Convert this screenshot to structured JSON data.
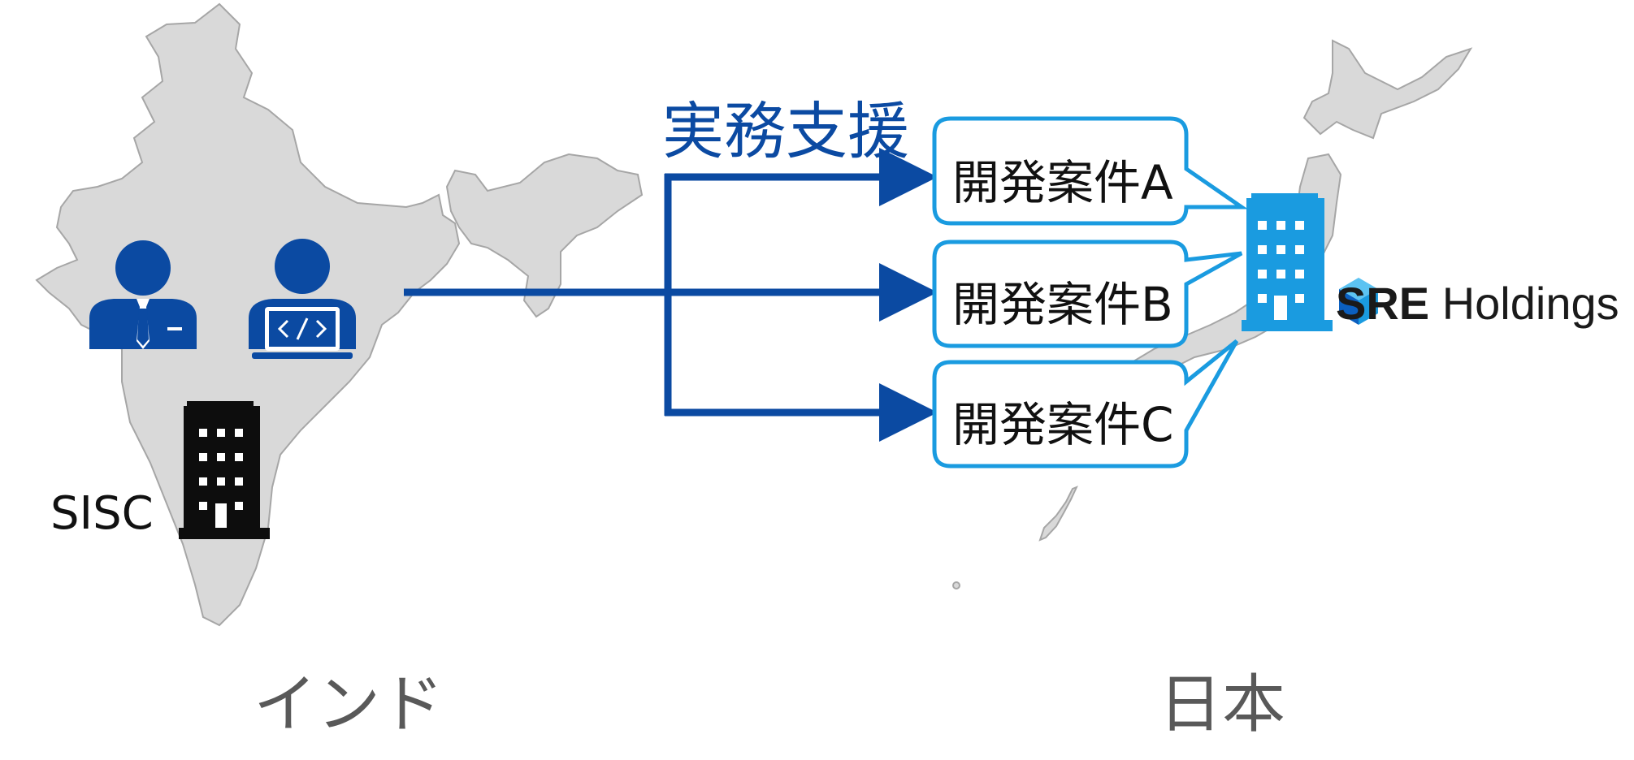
{
  "labels": {
    "india": "インド",
    "japan": "日本",
    "support": "実務支援",
    "sisc": "SISC"
  },
  "projects": [
    {
      "label": "開発案件A"
    },
    {
      "label": "開発案件B"
    },
    {
      "label": "開発案件C"
    }
  ],
  "brand": {
    "bold": "SRE",
    "rest": " Holdings"
  },
  "colors": {
    "map_gray": "#d9d9d9",
    "map_stroke": "#a6a6a6",
    "navy": "#0b4aa2",
    "sky": "#1a9be0",
    "black": "#0d0d0d"
  },
  "icons": [
    "businessman-icon",
    "developer-laptop-icon",
    "office-building-icon",
    "sre-logo-icon"
  ]
}
